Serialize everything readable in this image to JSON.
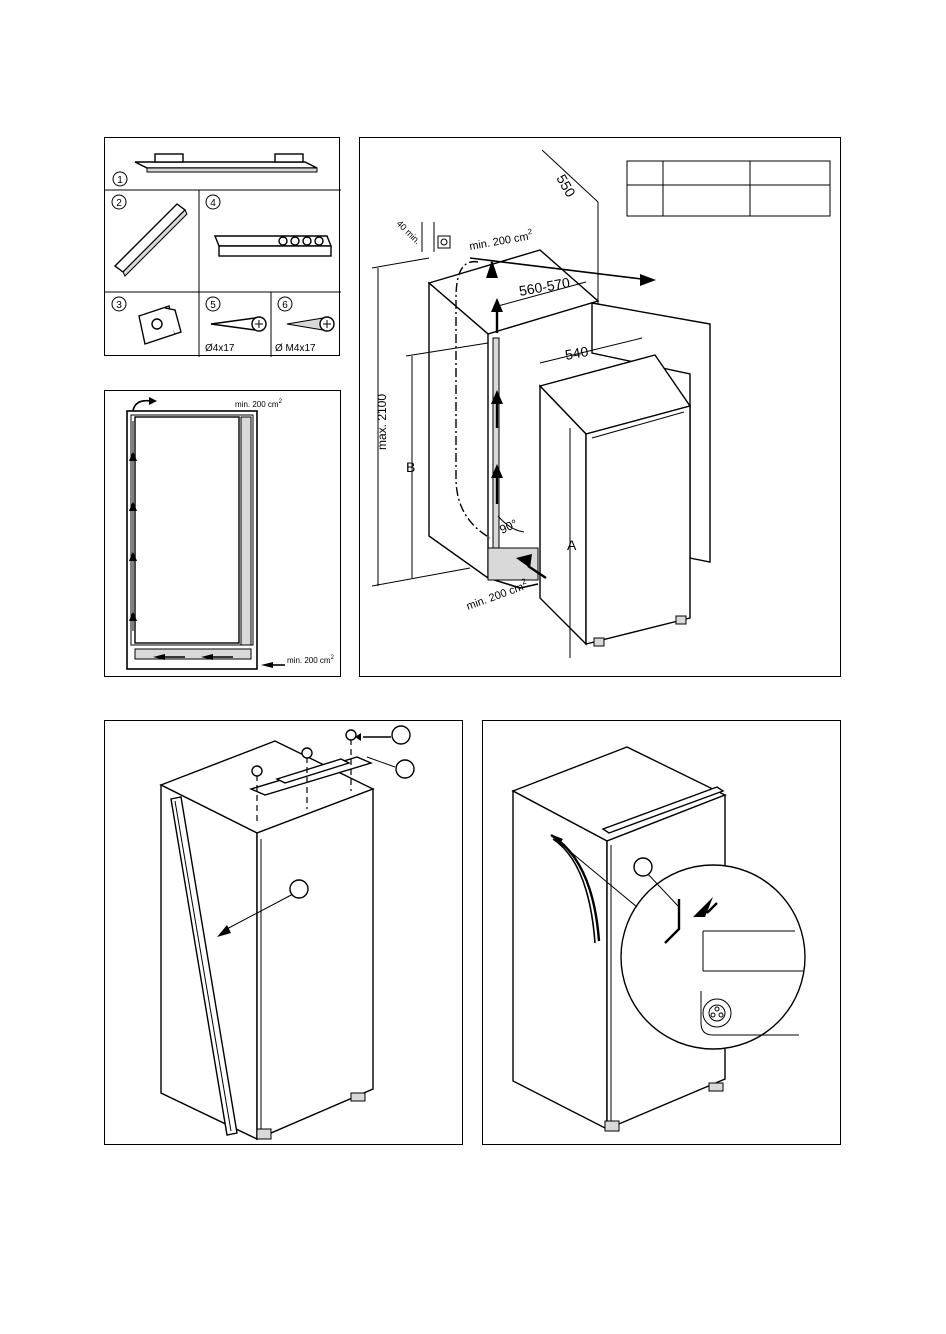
{
  "parts": {
    "p1": "1",
    "p2": "2",
    "p3": "3",
    "p4": "4",
    "p5": "5",
    "p6": "6",
    "screw5_size": "Ø4x17",
    "screw6_size": "Ø M4x17"
  },
  "airflow": {
    "top_label": "min. 200 cm",
    "top_sup": "2",
    "bottom_label": "min. 200 cm",
    "bottom_sup": "2"
  },
  "installation": {
    "dim_550": "550",
    "dim_40min": "40 min.",
    "vent_top": "min. 200 cm",
    "vent_top_sup": "2",
    "dim_560_570": "560-570",
    "dim_540": "540",
    "max_height": "max. 2100",
    "label_b": "B",
    "label_a": "A",
    "angle": "90°",
    "vent_bottom": "min. 200 cm",
    "vent_bottom_sup": "2",
    "table": [
      [
        "",
        "",
        ""
      ],
      [
        "",
        "",
        ""
      ]
    ]
  },
  "callouts": {
    "seal_circle": "",
    "screw_circle": "",
    "rail_circle": "",
    "detail_circle": ""
  }
}
